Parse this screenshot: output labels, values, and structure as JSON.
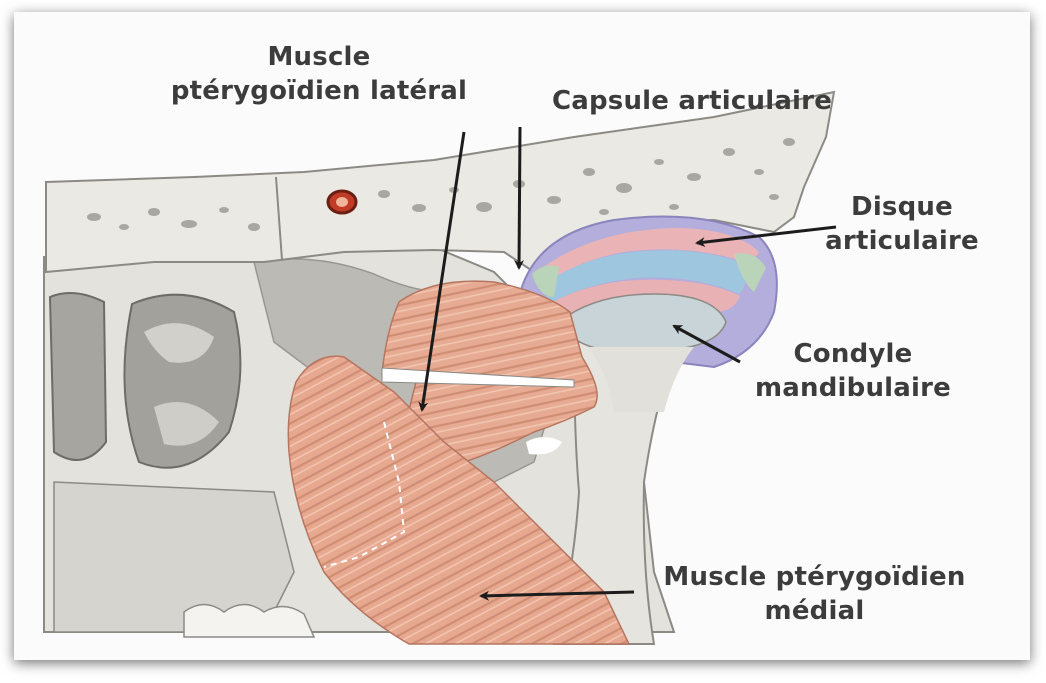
{
  "labels": {
    "lateral_pterygoid": [
      "Muscle",
      "ptérygoïdien latéral"
    ],
    "capsule": "Capsule articulaire",
    "disc": [
      "Disque",
      "articulaire"
    ],
    "condyle": [
      "Condyle",
      "mandibulaire"
    ],
    "medial_pterygoid": [
      "Muscle ptérygoïdien",
      "médial"
    ]
  },
  "colors": {
    "bone": "#e4e2dc",
    "bone_outline": "#8c8a85",
    "cavity": "#9d9b95",
    "muscle": "#e6ab92",
    "muscle_stripe": "#c9866c",
    "capsule": "#b3aedb",
    "disc_blue": "#9fc6df",
    "disc_pink": "#eab4b6",
    "condyle": "#c9d4d8",
    "vessel": "#c13b26",
    "label": "#3c3c3c",
    "arrow": "#1c1c1c"
  }
}
